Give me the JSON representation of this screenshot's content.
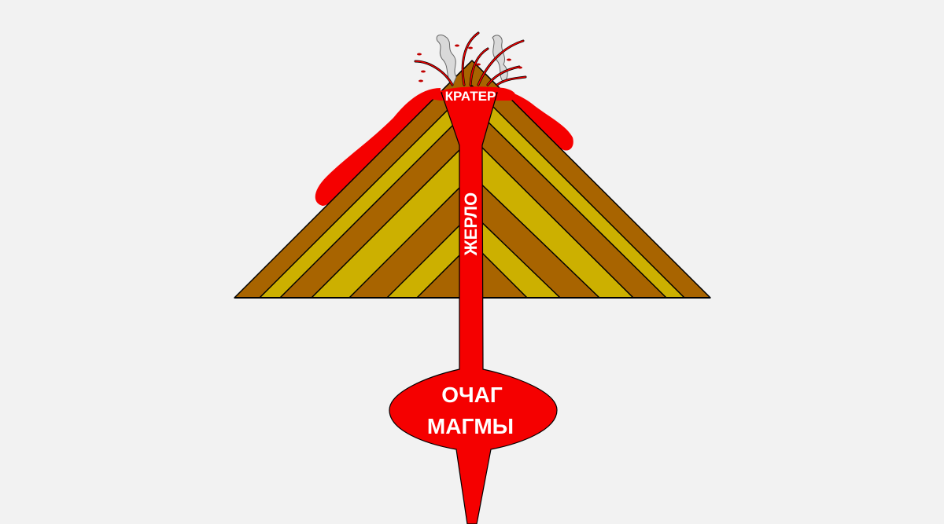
{
  "title": "Volcano structure",
  "labels": {
    "crater": "КРАТЕР",
    "vent": "ЖЕРЛО",
    "chamber_line1": "ОЧАГ",
    "chamber_line2": "МАГМЫ"
  },
  "colors": {
    "background": "#f2f2f2",
    "magma": "#f50000",
    "layer_brown": "#a86400",
    "layer_yellow": "#ccb000",
    "smoke": "#d9d9d9"
  }
}
